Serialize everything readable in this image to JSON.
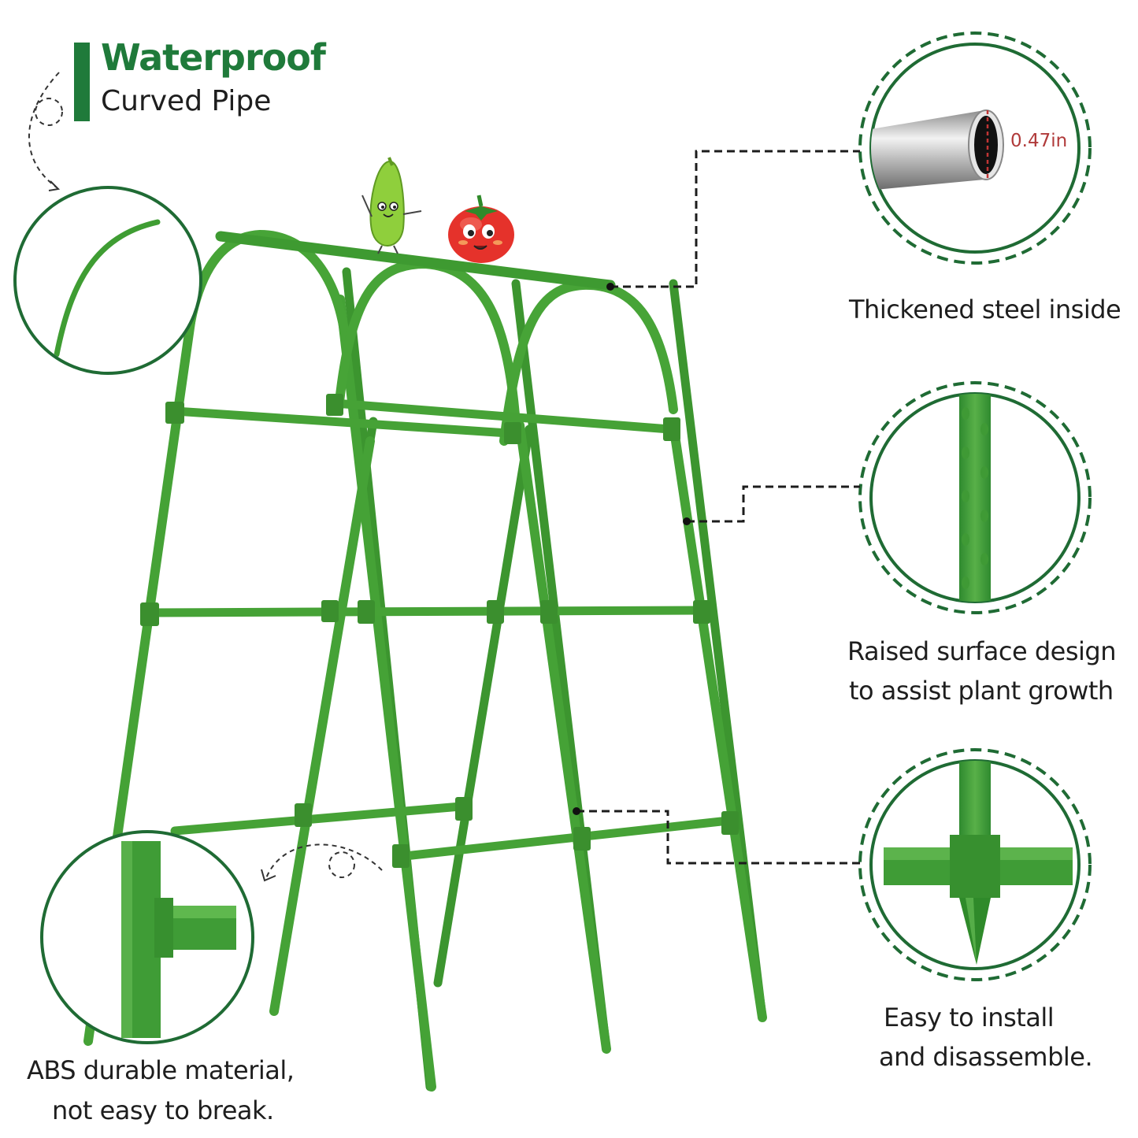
{
  "heading": {
    "title": "Waterproof",
    "subtitle": "Curved Pipe"
  },
  "callouts": {
    "steel": {
      "label": "Thickened steel inside",
      "dimension": "0.47in"
    },
    "surface": {
      "line1": "Raised surface design",
      "line2": "to assist plant growth"
    },
    "install": {
      "line1": "Easy to install",
      "line2": "and disassemble."
    },
    "abs": {
      "line1": "ABS durable material,",
      "line2": "not easy to break."
    }
  },
  "colors": {
    "brand_green": "#1f7a3a",
    "trellis_green": "#49a43a",
    "trellis_dark": "#2f7d2a",
    "dimension_red": "#b03a3a"
  },
  "icons": [
    "cucumber-mascot-icon",
    "tomato-mascot-icon",
    "rotate-arrow-icon"
  ]
}
